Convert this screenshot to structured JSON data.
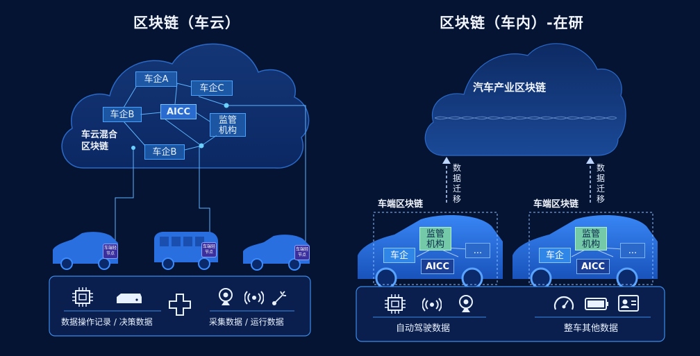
{
  "left": {
    "title": "区块链（车云）",
    "nodes": {
      "carA": "车企A",
      "carC": "车企C",
      "carB_left": "车企B",
      "aicc": "AICC",
      "supervisor": "监管\n机构",
      "carB_bottom": "车企B"
    },
    "hybrid_label": "车云混合\n区块链",
    "vehicle_badge": "车端轻\n节点",
    "panel": {
      "group1_label": "数据操作记录 / 决策数据",
      "group2_label": "采集数据 / 运行数据",
      "group1_icons": [
        "chip-icon",
        "device-box-icon"
      ],
      "plus_icon": "plus-icon",
      "group2_icons": [
        "camera-icon",
        "radio-signal-icon",
        "laser-icon"
      ]
    }
  },
  "right": {
    "title": "区块链（车内）-在研",
    "cloud_label": "汽车产业区块链",
    "migration_label": "数\n据\n迁\n移",
    "edge_label": "车端区块链",
    "car_nodes": {
      "supervisor": "监管\n机构",
      "car_enterprise": "车企",
      "dots": "...",
      "aicc": "AICC"
    },
    "panel": {
      "group1_label": "自动驾驶数据",
      "group2_label": "整车其他数据",
      "group1_icons": [
        "chip-icon",
        "radio-signal-icon",
        "camera-icon"
      ],
      "group2_icons": [
        "speedometer-icon",
        "battery-icon",
        "id-card-icon"
      ]
    }
  },
  "colors": {
    "background": "#061433",
    "accent": "#4aa3ff",
    "highlight_green": "#74c9a8",
    "car_blue": "#2f7de0"
  }
}
